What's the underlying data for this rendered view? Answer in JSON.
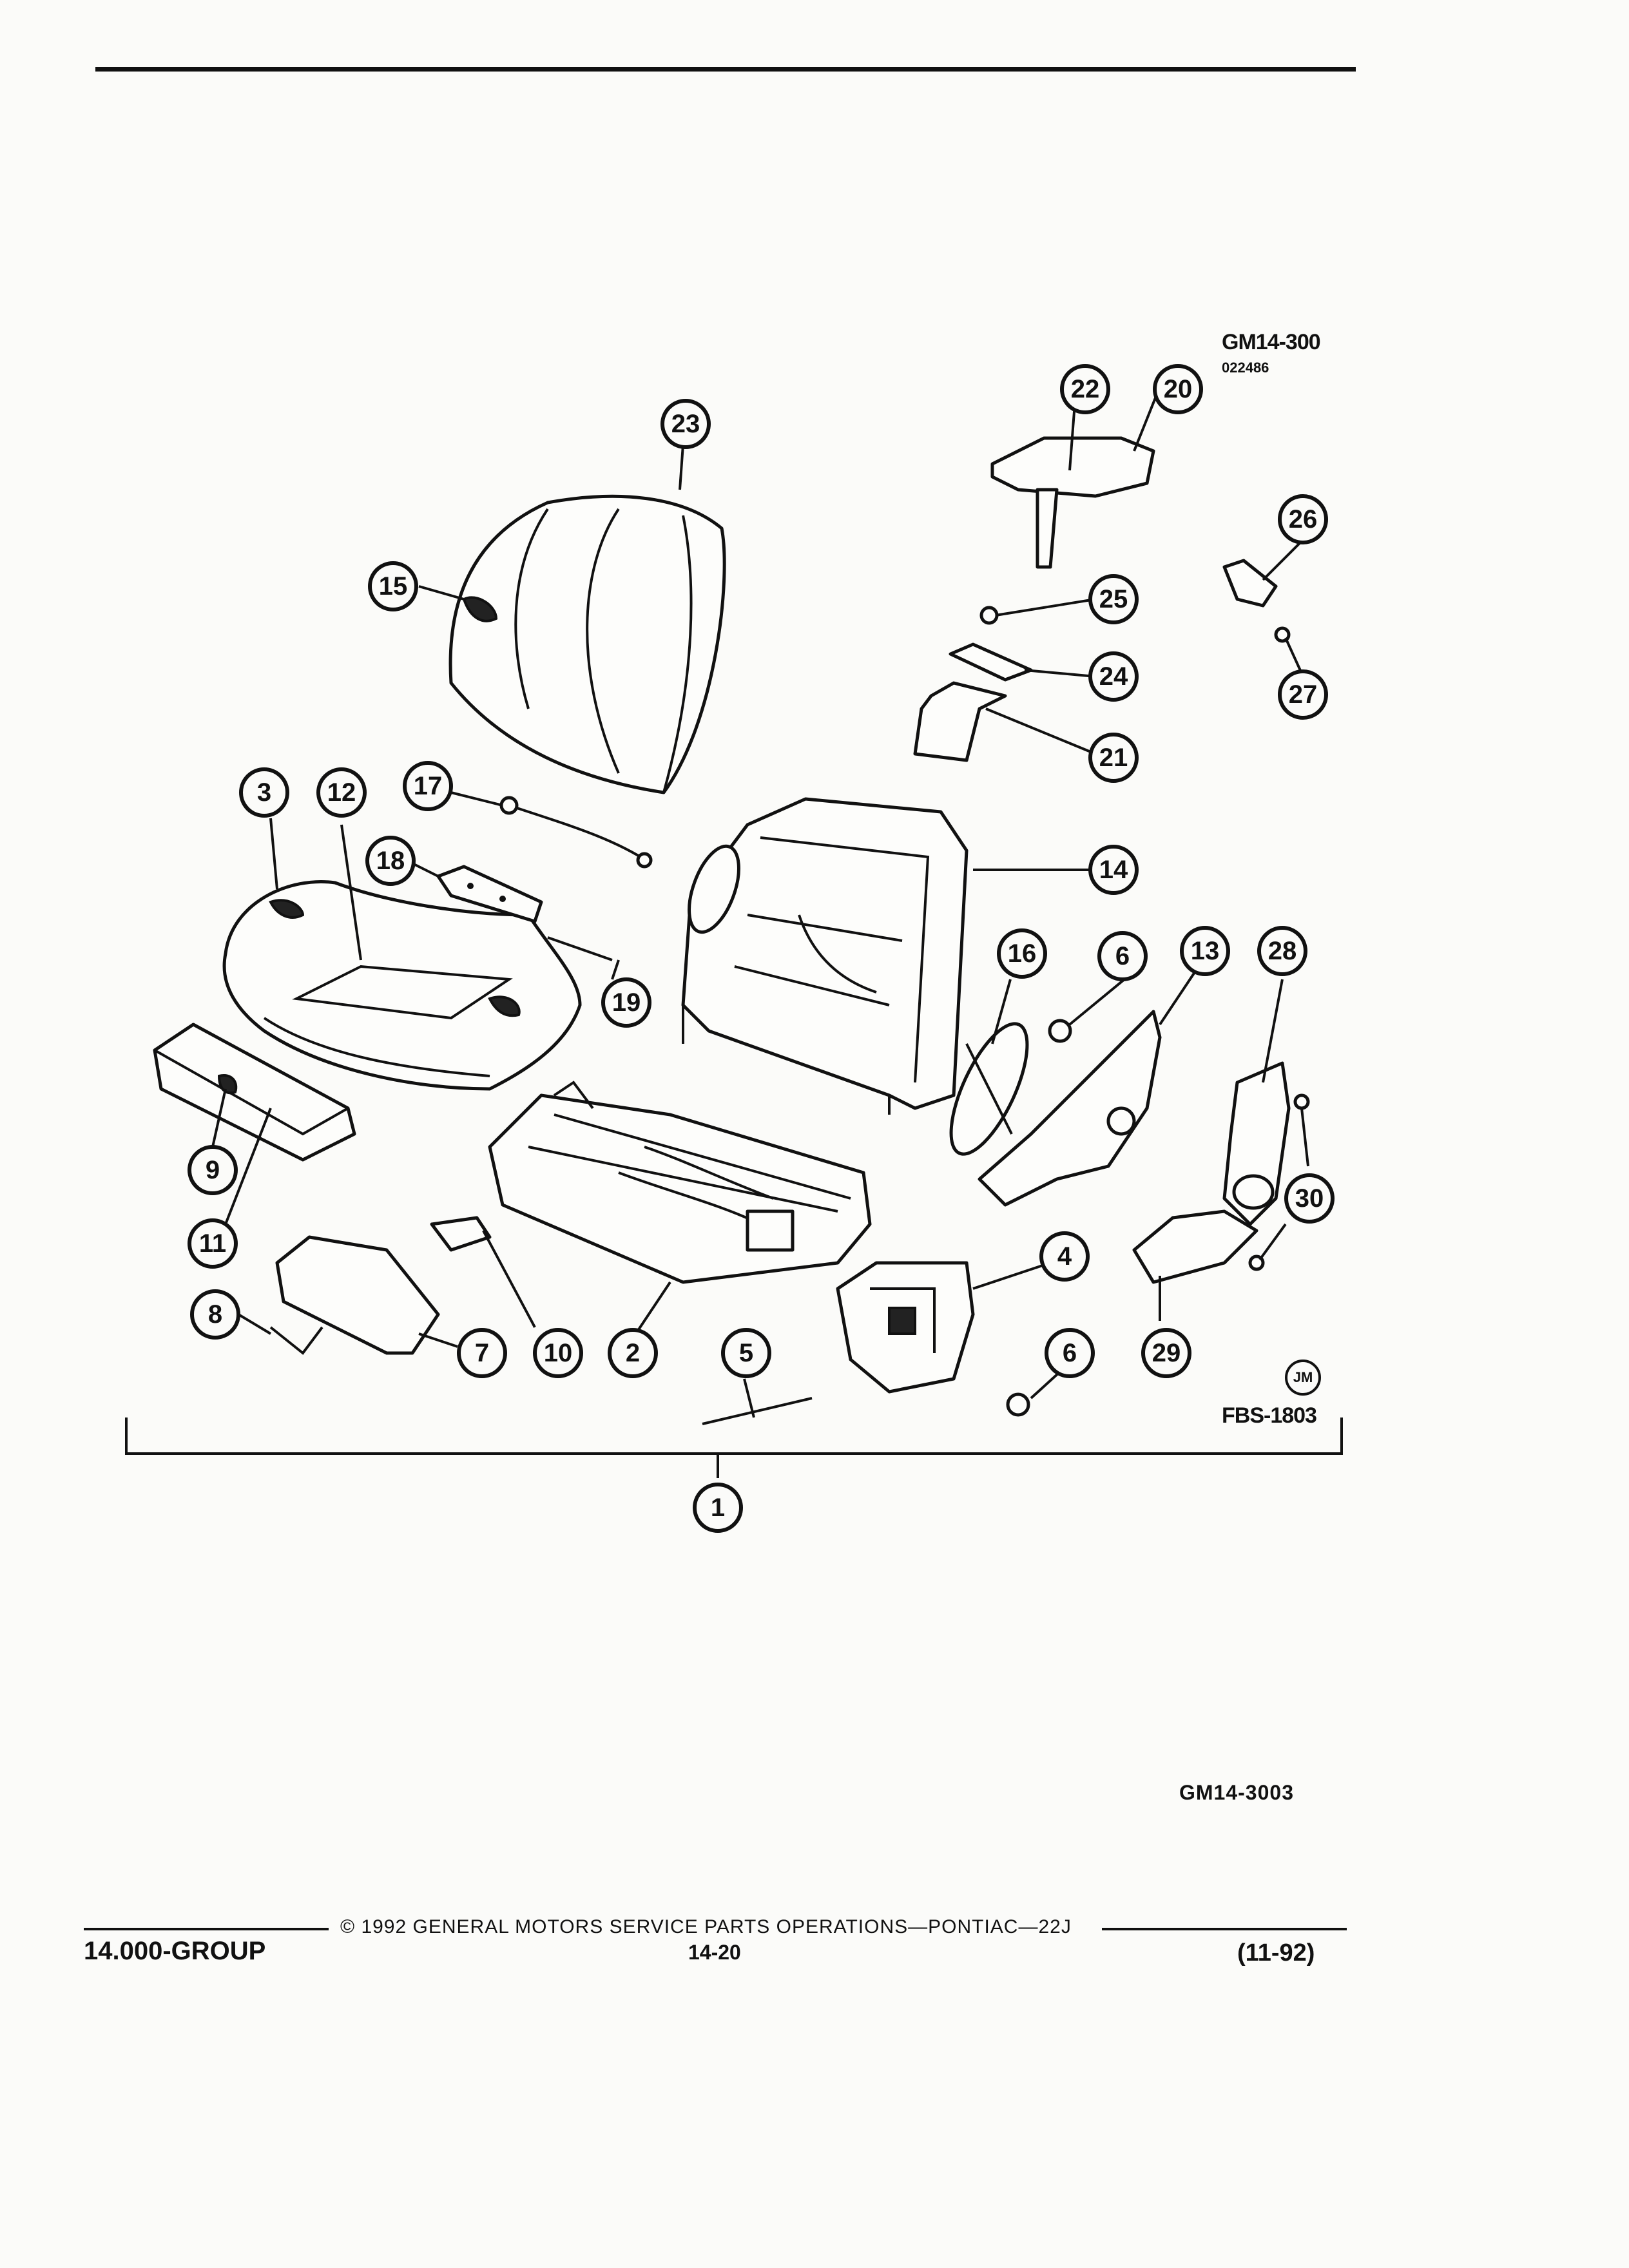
{
  "figure": {
    "code": "GM14-300",
    "sub_code": "022486",
    "artist_mark": "JM",
    "drawing_code": "FBS-1803",
    "catalog_code": "GM14-3003"
  },
  "callouts": [
    "1",
    "2",
    "3",
    "4",
    "5",
    "6",
    "6",
    "7",
    "8",
    "9",
    "10",
    "11",
    "12",
    "13",
    "14",
    "15",
    "16",
    "17",
    "18",
    "19",
    "20",
    "21",
    "22",
    "23",
    "24",
    "25",
    "26",
    "27",
    "28",
    "29",
    "30"
  ],
  "footer": {
    "copyright": "© 1992 GENERAL MOTORS SERVICE PARTS OPERATIONS—PONTIAC—22J",
    "group": "14.000-GROUP",
    "page": "14-20",
    "date": "(11-92)"
  }
}
